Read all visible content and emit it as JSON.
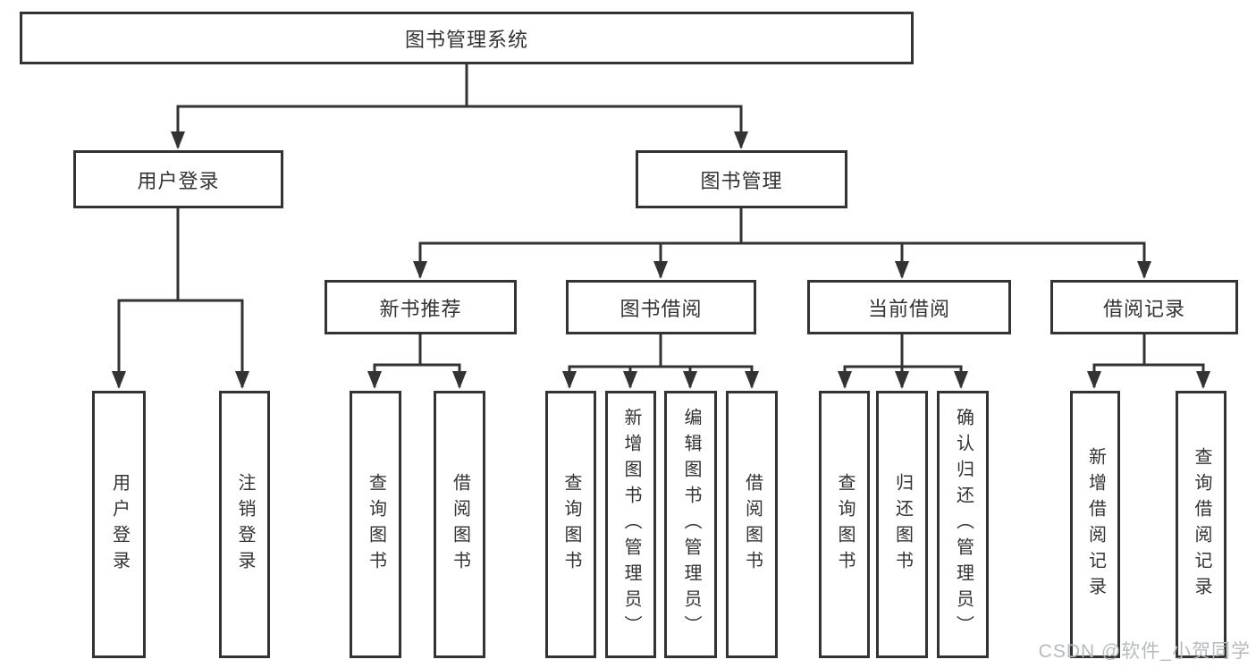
{
  "tree": {
    "label": "图书管理系统",
    "children": [
      {
        "label": "用户登录",
        "children": [
          {
            "label": "用户登录"
          },
          {
            "label": "注销登录"
          }
        ]
      },
      {
        "label": "图书管理",
        "children": [
          {
            "label": "新书推荐",
            "children": [
              {
                "label": "查询图书"
              },
              {
                "label": "借阅图书"
              }
            ]
          },
          {
            "label": "图书借阅",
            "children": [
              {
                "label": "查询图书"
              },
              {
                "label": "新增图书（管理员）"
              },
              {
                "label": "编辑图书（管理员）"
              },
              {
                "label": "借阅图书"
              }
            ]
          },
          {
            "label": "当前借阅",
            "children": [
              {
                "label": "查询图书"
              },
              {
                "label": "归还图书"
              },
              {
                "label": "确认归还（管理员）"
              }
            ]
          },
          {
            "label": "借阅记录",
            "children": [
              {
                "label": "新增借阅记录"
              },
              {
                "label": "查询借阅记录"
              }
            ]
          }
        ]
      }
    ]
  },
  "watermark": {
    "text": "CSDN @软件_小贺同学"
  },
  "colors": {
    "line": "#333333",
    "text": "#333333",
    "watermark": "#b7babd",
    "background": "#ffffff"
  }
}
